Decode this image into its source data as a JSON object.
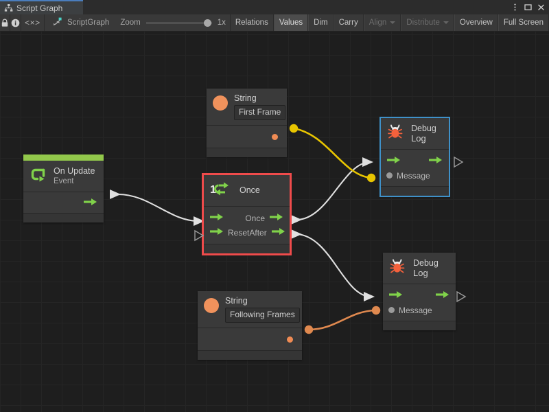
{
  "window": {
    "tab_label": "Script Graph",
    "tab_icon": "graph-icon",
    "menu_icon": "kebab-menu-icon",
    "maximize_icon": "maximize-icon",
    "close_icon": "close-icon"
  },
  "toolbar": {
    "lock_icon": "lock-icon",
    "info_icon": "info-icon",
    "code_label": "<×>",
    "graph_name": "ScriptGraph",
    "graph_icon": "scriptgraph-icon",
    "zoom_label": "Zoom",
    "zoom_value": "1x",
    "buttons": [
      {
        "label": "Relations",
        "state": "normal"
      },
      {
        "label": "Values",
        "state": "active"
      },
      {
        "label": "Dim",
        "state": "normal"
      },
      {
        "label": "Carry",
        "state": "normal"
      },
      {
        "label": "Align",
        "state": "disabled",
        "caret": true
      },
      {
        "label": "Distribute",
        "state": "disabled",
        "caret": true
      },
      {
        "label": "Overview",
        "state": "normal"
      },
      {
        "label": "Full Screen",
        "state": "normal"
      }
    ]
  },
  "colors": {
    "event_accent": "#92c84b",
    "flow_green": "#80d24a",
    "selection_red": "#ef4b4b",
    "selection_blue": "#3f91c9",
    "wire_white": "#e0e0e0",
    "wire_yellow": "#e8c500",
    "wire_orange": "#e0894f",
    "string_orange": "#f0925c",
    "bug_orange": "#f4613c"
  },
  "nodes": {
    "on_update": {
      "title": "On Update",
      "subtitle": "Event",
      "icon": "on-update-loop-icon",
      "out_flow_label": "",
      "selected": false
    },
    "string_first": {
      "title": "String",
      "icon": "string-circle-icon",
      "value": "First Frame",
      "selected": false
    },
    "string_following": {
      "title": "String",
      "icon": "string-circle-icon",
      "value": "Following Frames",
      "selected": false
    },
    "once": {
      "title": "Once",
      "icon": "once-counter-icon",
      "icon_number": "1",
      "in_flow_label": "",
      "in_reset_label": "Reset",
      "out_once_label": "Once",
      "out_after_label": "After",
      "selected": true,
      "selection_color": "#ef4b4b"
    },
    "debug_log_top": {
      "title": "Debug",
      "subtitle": "Log",
      "icon": "bug-icon",
      "message_label": "Message",
      "selected": true,
      "selection_color": "#3f91c9"
    },
    "debug_log_bottom": {
      "title": "Debug",
      "subtitle": "Log",
      "icon": "bug-icon",
      "message_label": "Message",
      "selected": false
    }
  }
}
